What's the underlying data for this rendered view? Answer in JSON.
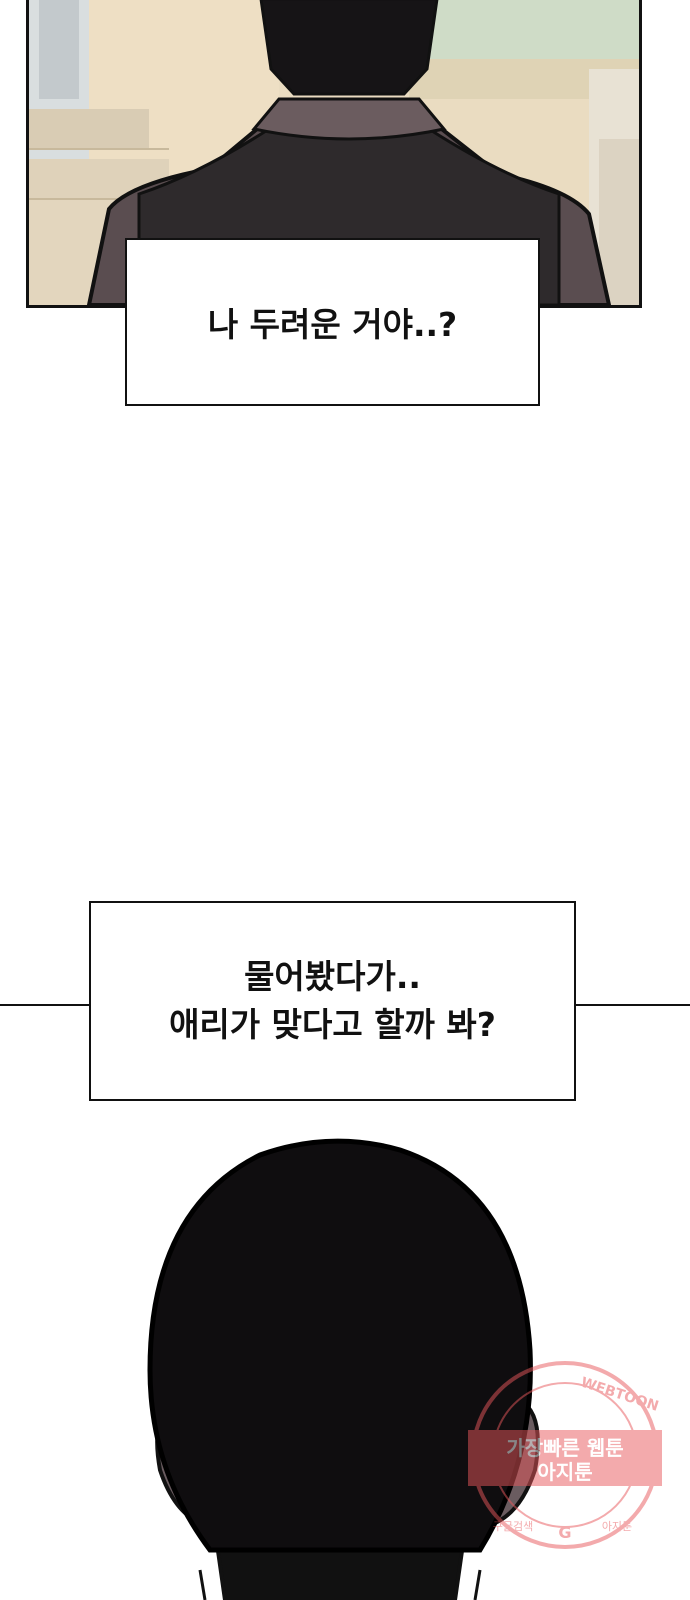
{
  "panels": [
    {
      "captions": [
        "나 두려운 거야..?"
      ]
    },
    {
      "captions": [
        "물어봤다가..",
        "애리가 맞다고 할까 봐?"
      ]
    }
  ],
  "watermark": {
    "arc_text": "WEBTOON",
    "line1": "가장빠른 웹툰",
    "line2": "아지툰",
    "bottom_left": "구글검색",
    "bottom_right": "아지툰",
    "logo": "G",
    "color": "#e8585c"
  }
}
